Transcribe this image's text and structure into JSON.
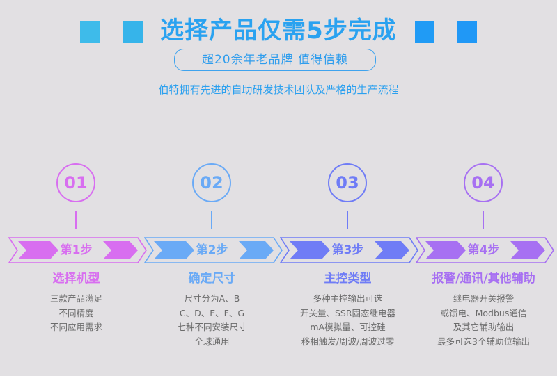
{
  "header": {
    "title": "选择产品仅需5步完成",
    "badge": "超20余年老品牌 值得信赖",
    "subtitle": "伯特拥有先进的自助研发技术团队及严格的生产流程",
    "decor_colors_left": [
      "#3ebbea",
      "#36b4ea"
    ],
    "decor_colors_right": [
      "#209bf5",
      "#2098f6"
    ]
  },
  "steps": [
    {
      "number": "01",
      "label": "第1步",
      "heading": "选择机型",
      "color": "#d86ef0",
      "lines": [
        "三款产品满足",
        "不同精度",
        "不同应用需求"
      ]
    },
    {
      "number": "02",
      "label": "第2步",
      "heading": "确定尺寸",
      "color": "#6aaaf6",
      "lines": [
        "尺寸分为A、B",
        "C、D、E、F、G",
        "七种不同安装尺寸",
        "全球通用"
      ]
    },
    {
      "number": "03",
      "label": "第3步",
      "heading": "主控类型",
      "color": "#6f7cf6",
      "lines": [
        "多种主控输出可选",
        "开关量、SSR固态继电器",
        "mA模拟量、可控硅",
        "移相触发/周波/周波过零"
      ]
    },
    {
      "number": "04",
      "label": "第4步",
      "heading": "报警/通讯/其他辅助",
      "color": "#a770f2",
      "lines": [
        "继电器开关报警",
        "或馈电、Modbus通信",
        "及其它辅助输出",
        "最多可选3个辅助位输出"
      ]
    }
  ]
}
